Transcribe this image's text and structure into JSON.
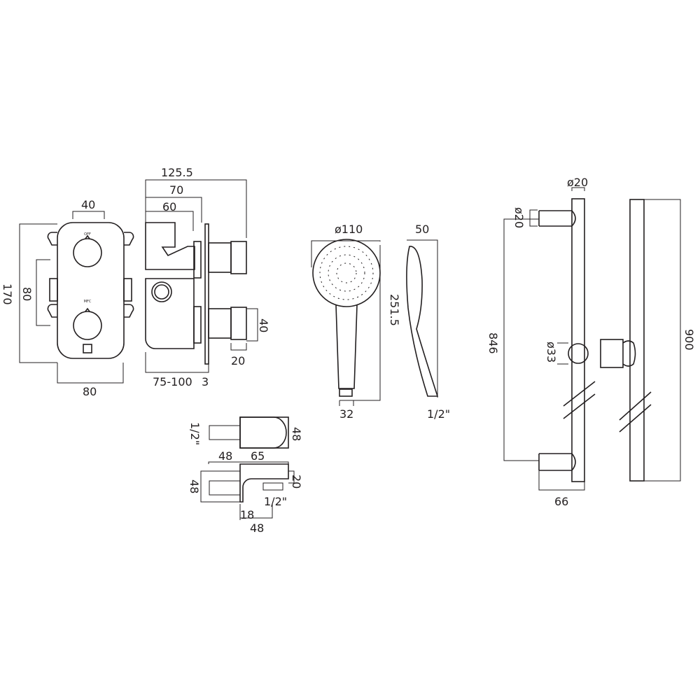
{
  "valve_front": {
    "width_top": "40",
    "height_total": "170",
    "height_inner": "80",
    "width_bottom": "80",
    "knob_top_label": "OFF",
    "knob_bottom_label": "MFC"
  },
  "valve_side": {
    "depth_total": "125.5",
    "depth_70": "70",
    "depth_60": "60",
    "handle_height": "40",
    "handle_width": "20",
    "wall_depth": "75-100",
    "plate": "3"
  },
  "handset": {
    "head_diameter": "ø110",
    "profile_depth": "50",
    "length": "251.5",
    "connector": "32",
    "thread": "1/2\""
  },
  "wall_outlet": {
    "thread_top": "1/2\"",
    "height_top": "48",
    "width_a": "48",
    "width_b": "65",
    "height_bottom": "48",
    "top_thickness": "20",
    "thread_bottom": "1/2\"",
    "offset": "18",
    "depth": "48"
  },
  "riser_rail": {
    "rail_diameter": "ø20",
    "bracket_diameter": "ø20",
    "centres": "846",
    "slider_diameter": "ø33",
    "length": "900",
    "projection": "66"
  }
}
